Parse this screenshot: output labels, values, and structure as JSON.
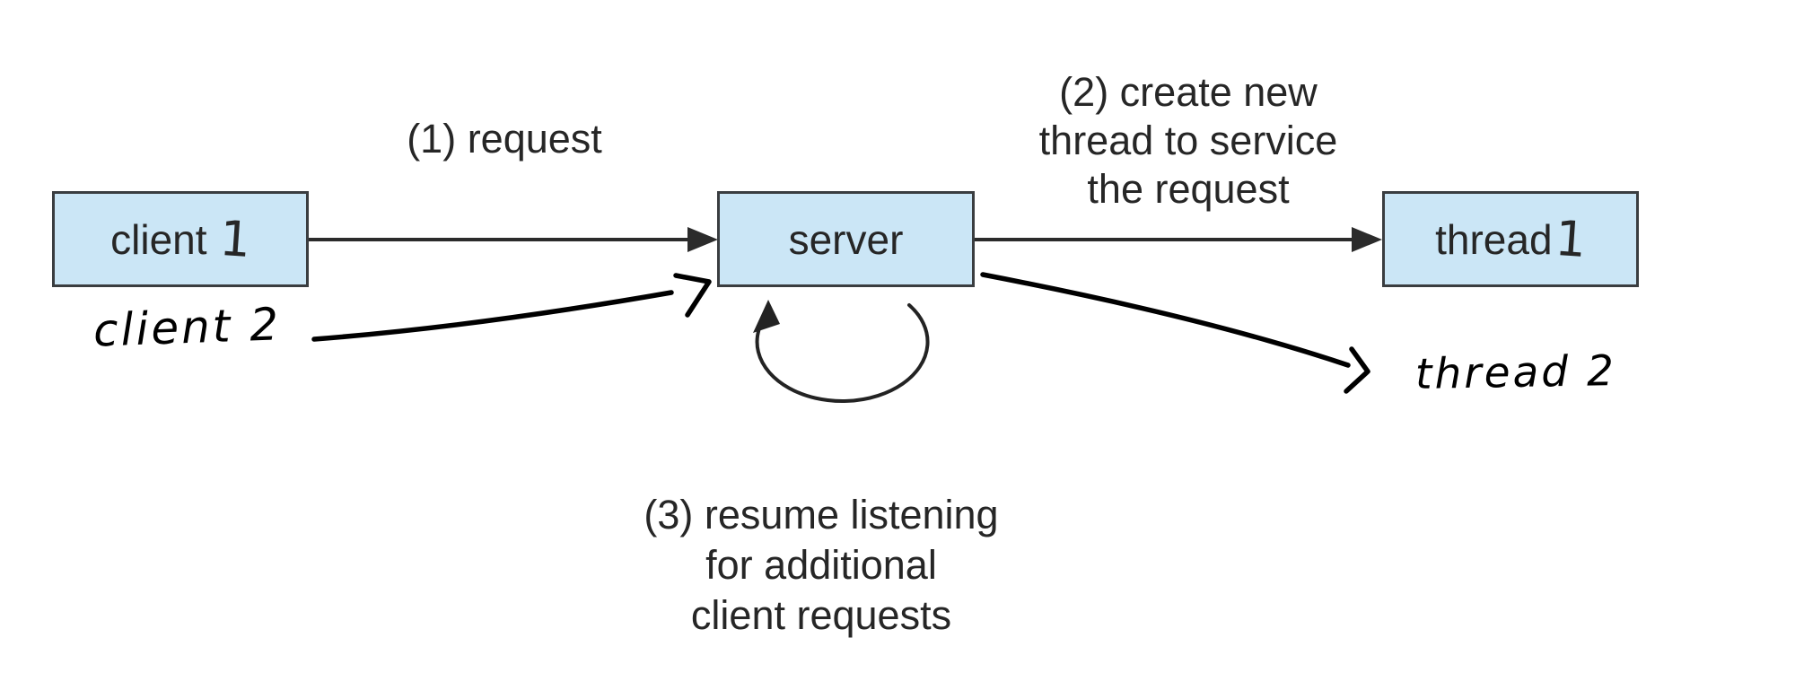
{
  "figure": {
    "description": "Multithreaded server architecture flow diagram with handwritten annotations",
    "background": "#ffffff"
  },
  "colors": {
    "box_fill": "#cbe6f6",
    "box_border": "#3a3d40",
    "printed_text": "#262626",
    "printed_arrow": "#2b2b2b",
    "handwritten_ink": "#000000"
  },
  "boxes": {
    "client": {
      "label": "client",
      "suffix": "1",
      "full_label": "client 1"
    },
    "server": {
      "label": "server",
      "suffix": "",
      "full_label": "server"
    },
    "thread": {
      "label": "thread",
      "suffix": "1",
      "full_label": "thread1"
    }
  },
  "labels": {
    "step1": "(1) request",
    "step2": "(2) create new\nthread to service\nthe request",
    "step3": "(3) resume listening\nfor additional\nclient requests"
  },
  "annotations": {
    "client2": "client 2",
    "thread2": "thread 2"
  },
  "arrows": [
    {
      "name": "request-arrow",
      "from": "client 1",
      "to": "server",
      "style": "printed-straight",
      "label": "(1) request"
    },
    {
      "name": "create-thread-arrow",
      "from": "server",
      "to": "thread1",
      "style": "printed-straight",
      "label": "(2) create new thread to service the request"
    },
    {
      "name": "resume-listening-loop",
      "from": "server",
      "to": "server",
      "style": "printed-loop",
      "label": "(3) resume listening for additional client requests"
    },
    {
      "name": "client2-request-arrow",
      "from": "client 2",
      "to": "server",
      "style": "handwritten-curve",
      "label": ""
    },
    {
      "name": "server-to-thread2-arrow",
      "from": "server",
      "to": "thread 2",
      "style": "handwritten-curve",
      "label": ""
    }
  ]
}
